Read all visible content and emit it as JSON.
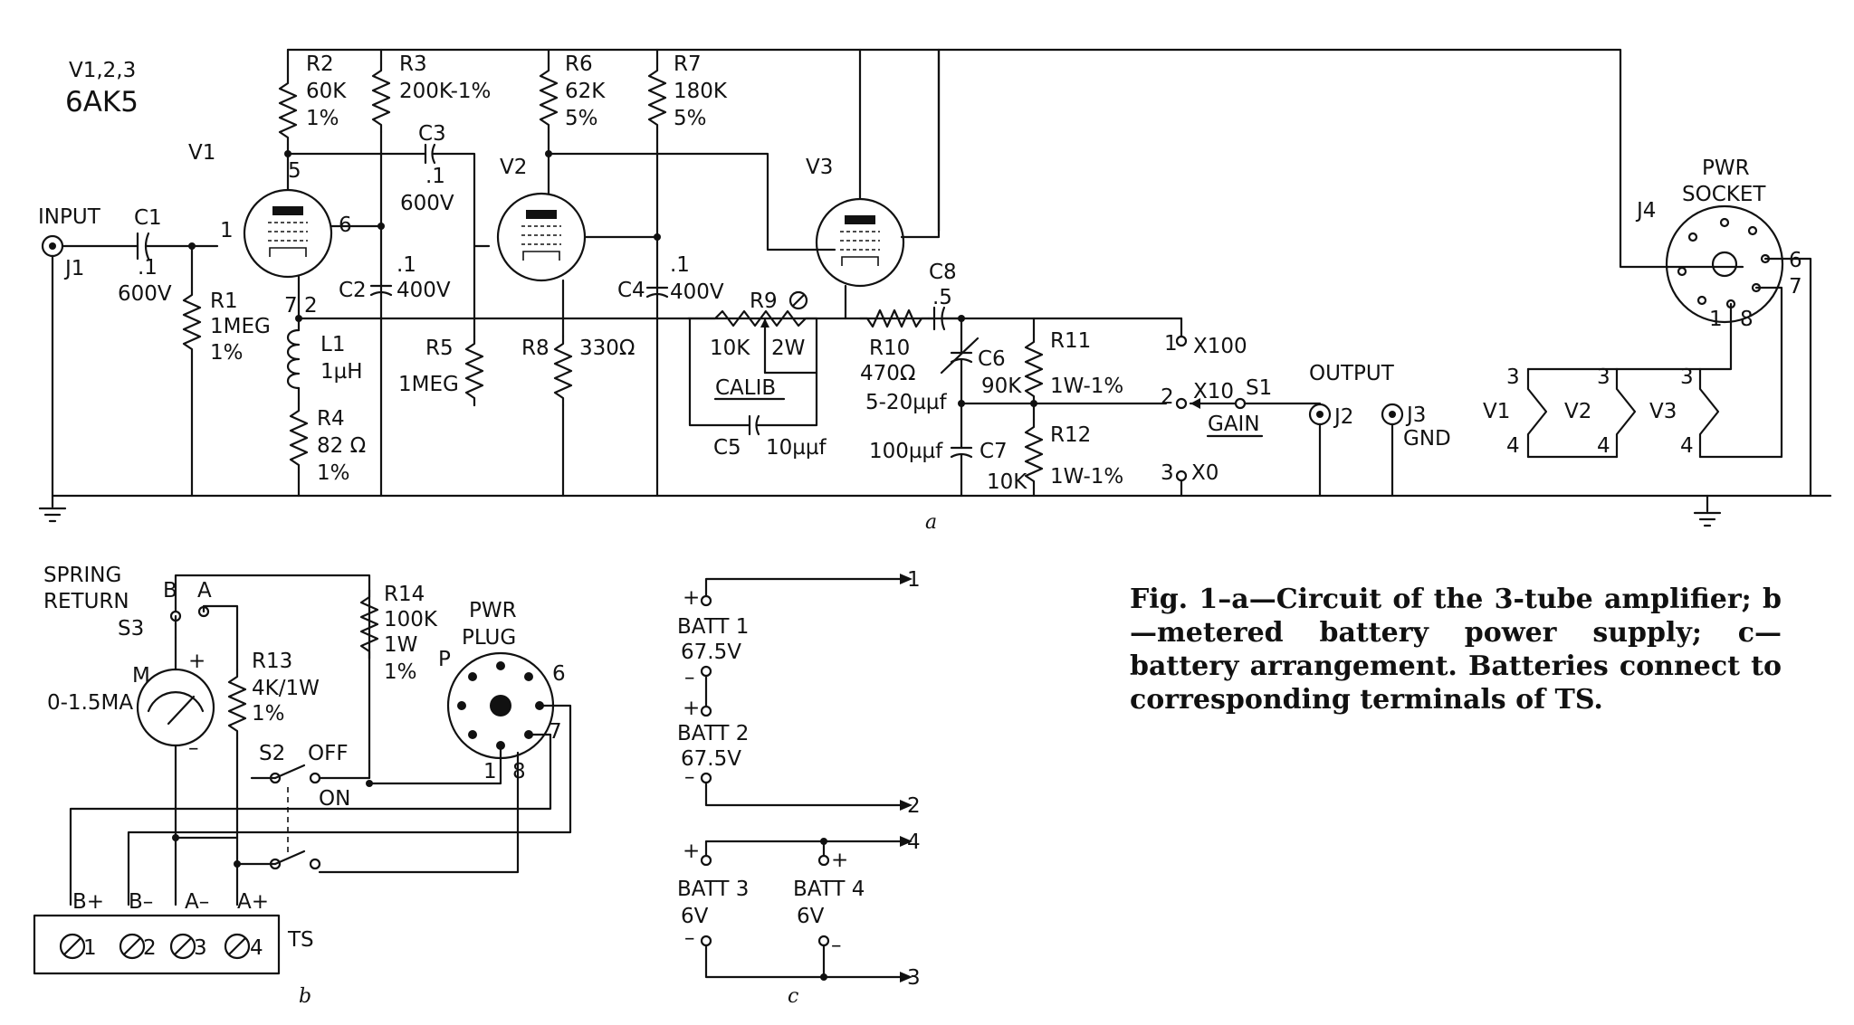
{
  "caption": "Fig. 1–a—Circuit of the 3-tube amplifier; b—metered battery power supply; c—battery arrangement. Batteries connect to corresponding terminals of TS.",
  "labels": {
    "tubes_note_1": "V1,2,3",
    "tubes_note_2": "6AK5",
    "input": "INPUT",
    "j1": "J1",
    "c1": "C1",
    "c1_val": ".1",
    "c1_volt": "600V",
    "r1": "R1",
    "r1_val": "1MEG",
    "r1_tol": "1%",
    "r2": "R2",
    "r2_val": "60K",
    "r2_tol": "1%",
    "r3": "R3",
    "r3_val": "200K-1%",
    "c3": "C3",
    "c3_val": ".1",
    "c3_volt": "600V",
    "v1": "V1",
    "v2": "V2",
    "v3": "V3",
    "pin5": "5",
    "pin1": "1",
    "pin6": "6",
    "pin72": "7 2",
    "c2": "C2",
    "c2_val": ".1",
    "c2_volt": "400V",
    "l1": "L1",
    "l1_val": "1µH",
    "r4": "R4",
    "r4_val": "82 Ω",
    "r4_tol": "1%",
    "r5": "R5",
    "r5_val": "1MEG",
    "r6": "R6",
    "r6_val": "62K",
    "r6_tol": "5%",
    "r7": "R7",
    "r7_val": "180K",
    "r7_tol": "5%",
    "r8": "R8",
    "r8_val": "330Ω",
    "c4": "C4",
    "c4_val": ".1",
    "c4_volt": "400V",
    "r9": "R9",
    "r9_val": "10K",
    "r9_w": "2W",
    "calib": "CALIB",
    "c5": "C5",
    "c5_val": "10µµf",
    "r10": "R10",
    "r10_val": "470Ω",
    "c8": "C8",
    "c8_val": ".5",
    "c6": "C6",
    "c6_val": "5-20µµf",
    "c7": "C7",
    "c7_val": "100µµf",
    "r11": "R11",
    "r11_val": "90K",
    "r11_w": "1W-1%",
    "r12": "R12",
    "r12_val": "10K",
    "r12_w": "1W-1%",
    "x100": "X100",
    "x10": "X10",
    "x0": "X0",
    "s1": "S1",
    "gain": "GAIN",
    "output": "OUTPUT",
    "j2": "J2",
    "j3": "J3",
    "gnd": "GND",
    "pwr_socket_1": "PWR",
    "pwr_socket_2": "SOCKET",
    "j4": "J4",
    "sub_a": "a",
    "spring_return_1": "SPRING",
    "spring_return_2": "RETURN",
    "s3": "S3",
    "sw_b": "B",
    "sw_a": "A",
    "meter_m": "M",
    "meter_range": "0-1.5MA",
    "r13": "R13",
    "r13_val": "4K/1W",
    "r13_tol": "1%",
    "r14": "R14",
    "r14_val": "100K",
    "r14_w": "1W",
    "r14_tol": "1%",
    "pwr_plug_1": "PWR",
    "pwr_plug_2": "PLUG",
    "plug_p": "P",
    "s2": "S2",
    "off": "OFF",
    "on": "ON",
    "ts_bplus": "B+",
    "ts_bminus": "B–",
    "ts_aminus": "A–",
    "ts_aplus": "A+",
    "ts": "TS",
    "sub_b": "b",
    "batt1": "BATT 1",
    "batt1_v": "67.5V",
    "batt2": "BATT 2",
    "batt2_v": "67.5V",
    "batt3": "BATT 3",
    "batt3_v": "6V",
    "batt4": "BATT 4",
    "batt4_v": "6V",
    "sub_c": "c"
  }
}
